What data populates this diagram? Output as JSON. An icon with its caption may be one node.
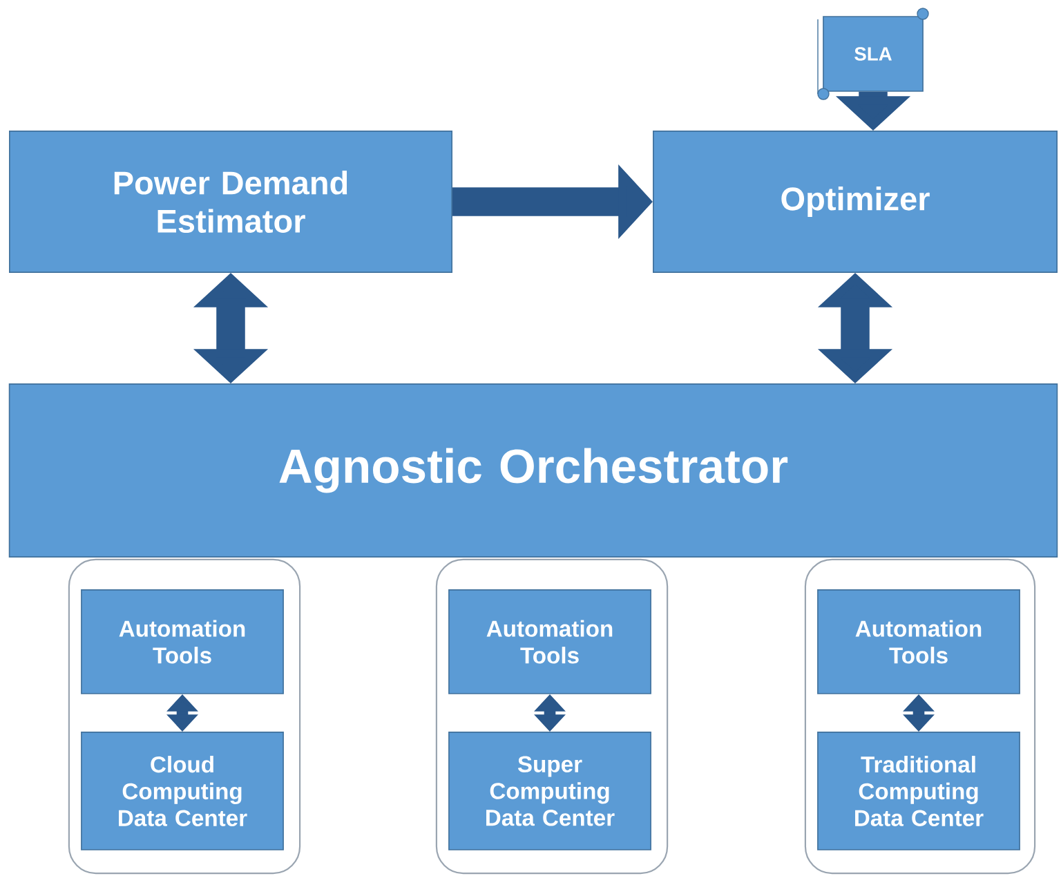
{
  "diagram": {
    "nodes": [
      {
        "text": [
          "Power Demand Estimator"
        ]
      },
      {
        "text": [
          "Optimizer"
        ]
      },
      {
        "text": [
          "SLA"
        ]
      },
      {
        "text": [
          "Agnostic Orchestrator"
        ]
      },
      {
        "text": [],
        "shape": "box"
      },
      {
        "text": [
          "Automation Tools"
        ],
        "in": 4
      },
      {
        "text": [
          "Cloud Computing Data Center"
        ],
        "in": 4
      },
      {
        "text": [],
        "shape": "box"
      },
      {
        "text": [
          "Automation Tools"
        ],
        "in": 7
      },
      {
        "text": [
          "Super Computing Data Center"
        ],
        "in": 7
      },
      {
        "text": [],
        "shape": "box"
      },
      {
        "text": [
          "Automation Tools"
        ],
        "in": 10
      },
      {
        "text": [
          "Traditional Computing Data Center"
        ],
        "in": 10
      }
    ],
    "edges": [
      {
        "from": 0,
        "to": 1,
        "arrow": "to"
      },
      {
        "from": 2,
        "to": 1,
        "arrow": "to"
      },
      {
        "from": 0,
        "to": 3,
        "arrow": "both"
      },
      {
        "from": 1,
        "to": 3,
        "arrow": "both"
      },
      {
        "from": 5,
        "to": 6,
        "arrow": "both"
      },
      {
        "from": 8,
        "to": 9,
        "arrow": "both"
      },
      {
        "from": 11,
        "to": 12,
        "arrow": "both"
      }
    ]
  }
}
